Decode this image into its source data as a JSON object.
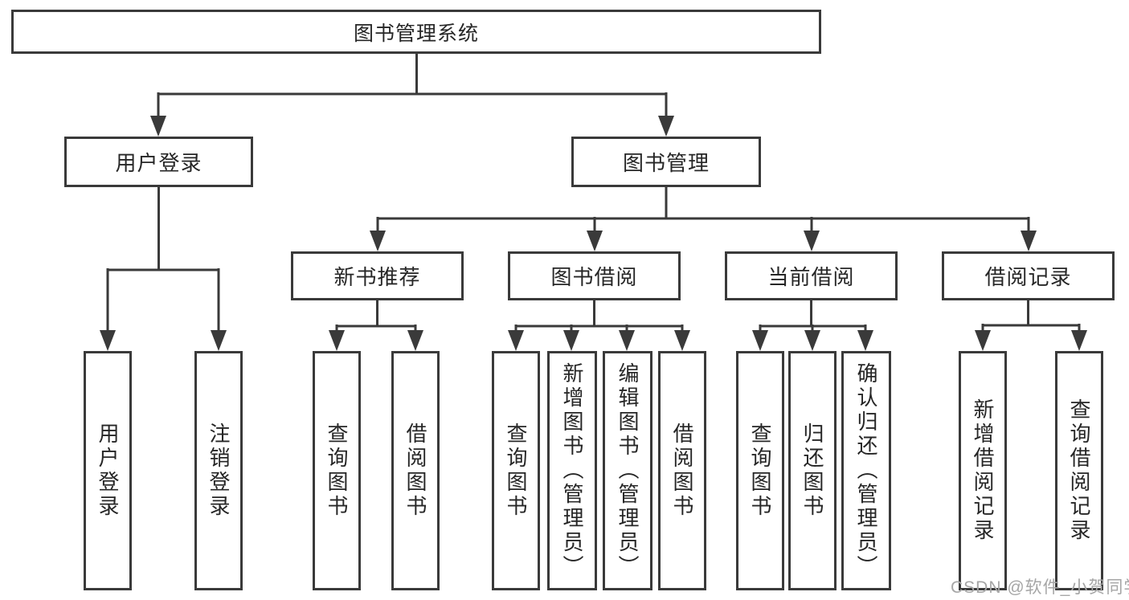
{
  "diagram_type": "hierarchy-tree",
  "colors": {
    "background": "#ffffff",
    "line": "#3a3a3a",
    "box_border": "#3a3a3a",
    "box_fill": "#ffffff",
    "text": "#262626",
    "watermark": "#a6a6a6"
  },
  "tree": {
    "root": {
      "label": "图书管理系统",
      "children": [
        {
          "label": "用户登录",
          "children": [
            {
              "label": "用户登录"
            },
            {
              "label": "注销登录"
            }
          ]
        },
        {
          "label": "图书管理",
          "children": [
            {
              "label": "新书推荐",
              "children": [
                {
                  "label": "查询图书"
                },
                {
                  "label": "借阅图书"
                }
              ]
            },
            {
              "label": "图书借阅",
              "children": [
                {
                  "label": "查询图书"
                },
                {
                  "label": "新增图书（管理员）"
                },
                {
                  "label": "编辑图书（管理员）"
                },
                {
                  "label": "借阅图书"
                }
              ]
            },
            {
              "label": "当前借阅",
              "children": [
                {
                  "label": "查询图书"
                },
                {
                  "label": "归还图书"
                },
                {
                  "label": "确认归还（管理员）"
                }
              ]
            },
            {
              "label": "借阅记录",
              "children": [
                {
                  "label": "新增借阅记录"
                },
                {
                  "label": "查询借阅记录"
                }
              ]
            }
          ]
        }
      ]
    }
  },
  "watermark": {
    "text": "CSDN @软件_小贺同学"
  }
}
